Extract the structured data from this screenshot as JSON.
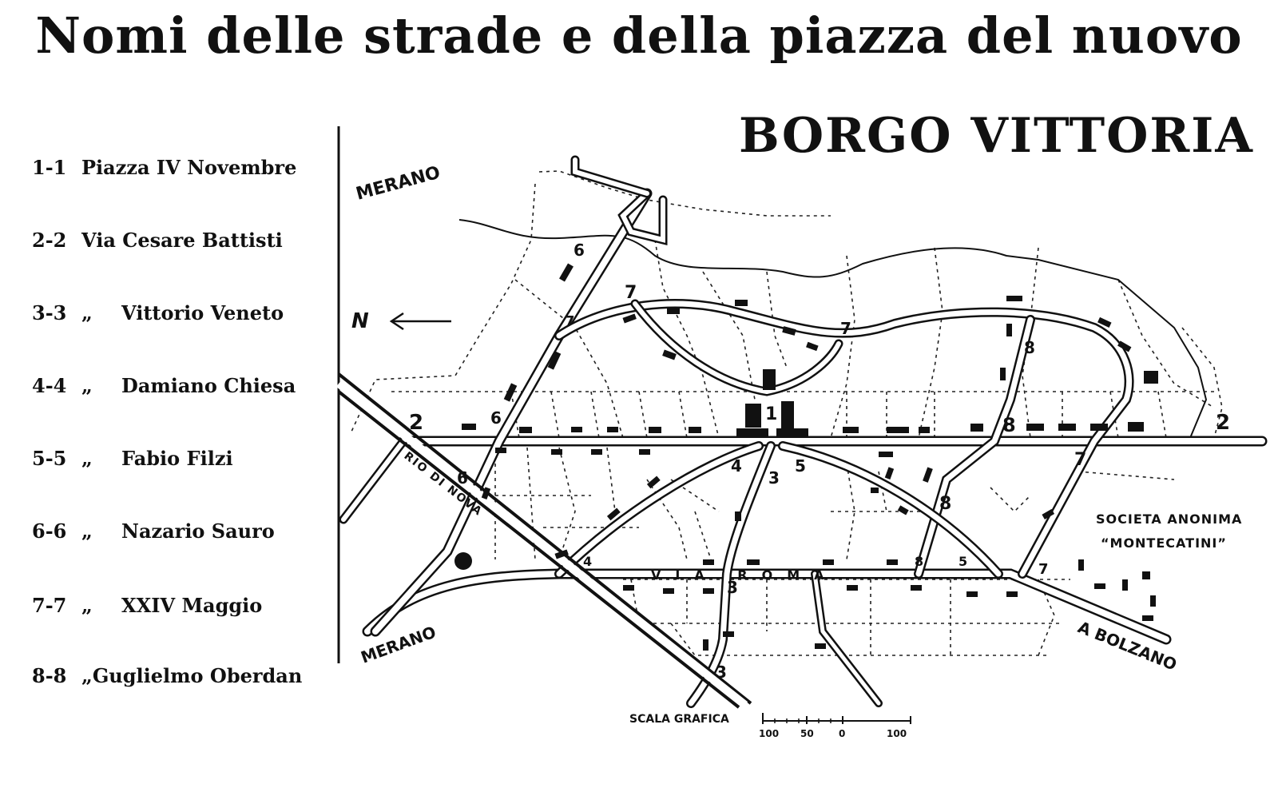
{
  "title": "Nomi delle strade e della piazza del nuovo",
  "subtitle": "BORGO VITTORIA",
  "legend": [
    {
      "code": "1-1",
      "prefix": "",
      "name": "Piazza IV Novembre"
    },
    {
      "code": "2-2",
      "prefix": "",
      "name": "Via Cesare Battisti"
    },
    {
      "code": "3-3",
      "prefix": "„",
      "name": "Vittorio Veneto"
    },
    {
      "code": "4-4",
      "prefix": "„",
      "name": "Damiano Chiesa"
    },
    {
      "code": "5-5",
      "prefix": "„",
      "name": "Fabio Filzi"
    },
    {
      "code": "6-6",
      "prefix": "„",
      "name": "Nazario Sauro"
    },
    {
      "code": "7-7",
      "prefix": "„",
      "name": "XXIV Maggio"
    },
    {
      "code": "8-8",
      "prefix": "„",
      "name": "Guglielmo Oberdan"
    }
  ],
  "map": {
    "labels": {
      "merano_top": "MERANO",
      "merano_bottom": "MERANO",
      "north": "N",
      "bolzano": "A BOLZANO",
      "via_roma": "VIA ROMA",
      "rio_di_nova": "RIO DI NOVA",
      "company_line1": "SOCIETA ANONIMA",
      "company_line2": "“MONTECATINI”"
    },
    "scale": {
      "label": "SCALA GRAFICA",
      "ticks": [
        "100",
        "50",
        "0",
        "100"
      ]
    },
    "street_numbers": {
      "n1": "1",
      "n2a": "2",
      "n2b": "2",
      "n3a": "3",
      "n3b": "3",
      "n3c": "3",
      "n4a": "4",
      "n4b": "4",
      "n5a": "5",
      "n5b": "5",
      "n6a": "6",
      "n6b": "6",
      "n6c": "6",
      "n7a": "7",
      "n7b": "7",
      "n7c": "7",
      "n7d": "7",
      "n7e": "7",
      "n8a": "8",
      "n8b": "8",
      "n8c": "8",
      "n8d": "8"
    }
  }
}
